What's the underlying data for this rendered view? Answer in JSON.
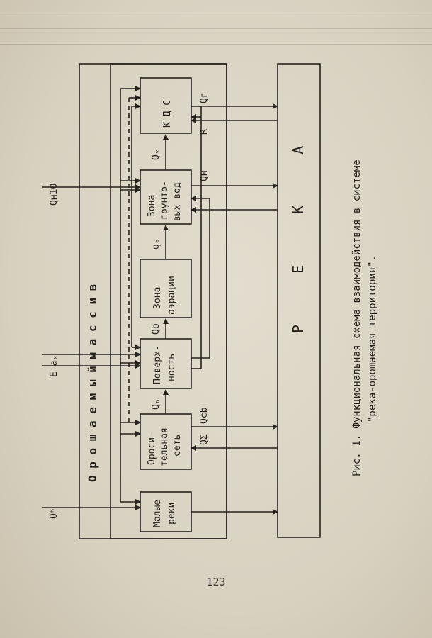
{
  "page": {
    "number": "123"
  },
  "diagram": {
    "massif_label": "О р о ш а е м ы й   м а с с и в",
    "river_label": "Р Е К А",
    "caption_line1": "Рис. 1. Функциональная схема взаимодействия в системе",
    "caption_line2": "\"река-орошаемая территория\".",
    "blocks": {
      "small_rivers": [
        "Малые",
        "реки"
      ],
      "irrigation": [
        "Ороси-",
        "тельная",
        "сеть"
      ],
      "surface": [
        "Поверх-",
        "ность"
      ],
      "aeration": [
        "Зона",
        "аэрации"
      ],
      "groundwater": [
        "Зона",
        "грунто-",
        "вых вод"
      ],
      "kds": [
        "К  Д  С"
      ]
    },
    "flows": {
      "q_r": "Qᴿ",
      "q_h10": "Qʜ10",
      "e_ax": "E aₓ",
      "q_n": "Qₙ",
      "q_cb": "Qcb",
      "q_sigma": "QΣ",
      "q_b": "Qb",
      "q_a": "qₐ",
      "q_v": "Qᵥ",
      "q_h": "Qʜ",
      "q_g": "Qг",
      "r": "R"
    }
  }
}
